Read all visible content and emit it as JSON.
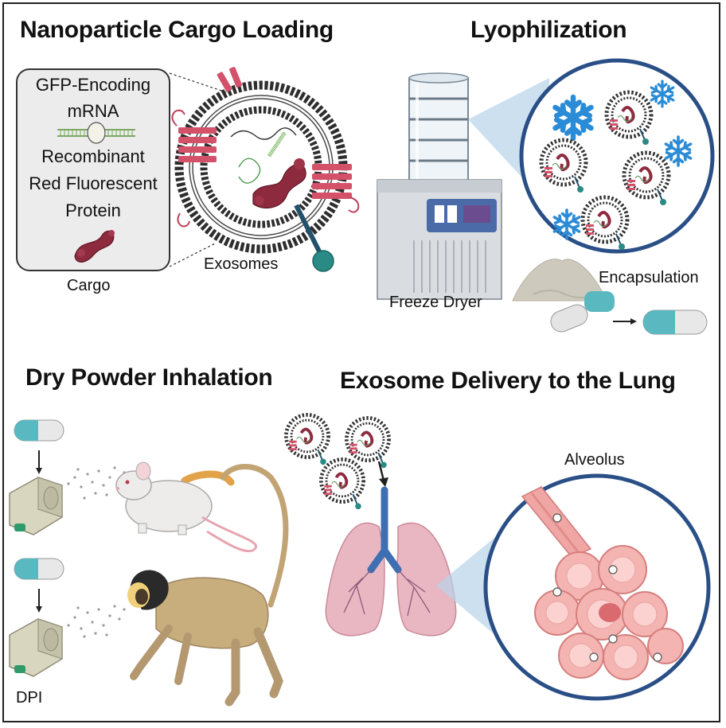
{
  "sections": {
    "cargo": {
      "title": "Nanoparticle Cargo Loading",
      "box_lines": [
        "GFP-Encoding",
        "mRNA",
        "Recombinant",
        "Red Fluorescent",
        "Protein"
      ],
      "cargo_label": "Cargo",
      "exosome_label": "Exosomes"
    },
    "lyo": {
      "title": "Lyophilization",
      "freeze_dryer_label": "Freeze Dryer",
      "encapsulation_label": "Encapsulation"
    },
    "inhalation": {
      "title": "Dry Powder Inhalation",
      "dpi_label": "DPI"
    },
    "delivery": {
      "title": "Exosome Delivery to the Lung",
      "alveolus_label": "Alveolus"
    }
  },
  "icons": [
    "snowflake-icon",
    "capsule-icon",
    "inhaler-icon",
    "mouse-icon",
    "monkey-icon",
    "lung-icon",
    "exosome-icon",
    "mrna-icon",
    "protein-icon",
    "powder-pile-icon",
    "arrow-down-icon",
    "arrow-right-icon"
  ],
  "colors": {
    "membrane": "#3a3a3a",
    "protein": "#8e2a3e",
    "receptor": "#d4516a",
    "teal": "#2a8a86",
    "capsule_teal": "#5ab8c0",
    "ice_blue": "#2a8bd6",
    "zoom_blue": "#b7d3ea",
    "lung_pink": "#e9b7c2",
    "trachea_blue": "#3f6fb3",
    "alveolus_pink": "#f0a6a4",
    "machine_blue": "#4a6aa8"
  }
}
